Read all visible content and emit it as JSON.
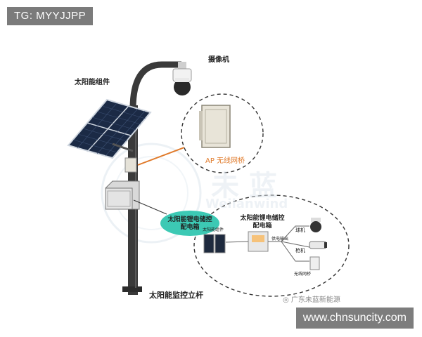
{
  "header_tag": "TG: MYYJJPP",
  "footer_site": "www.chnsuncity.com",
  "labels": {
    "camera": "摄像机",
    "solar_module": "太阳能组件",
    "ap_bridge": "AP 无线网桥",
    "battery_box": "太阳能锂电储控配电箱",
    "pole": "太阳能监控立杆",
    "storage_controller": "太阳能锂电储控配电箱",
    "solar_small": "太阳能组件",
    "power_output": "供电输出",
    "dome_camera": "球机",
    "bullet_camera": "枪机",
    "wireless_bridge": "无线网桥"
  },
  "watermark": {
    "cn": "未 蓝",
    "en": "Weilanwind"
  },
  "wechat_label": "广东未蓝新能源",
  "colors": {
    "accent_green": "#3cc9b4",
    "pole_gray": "#3a3a3a",
    "orange_line": "#e07a2a"
  }
}
